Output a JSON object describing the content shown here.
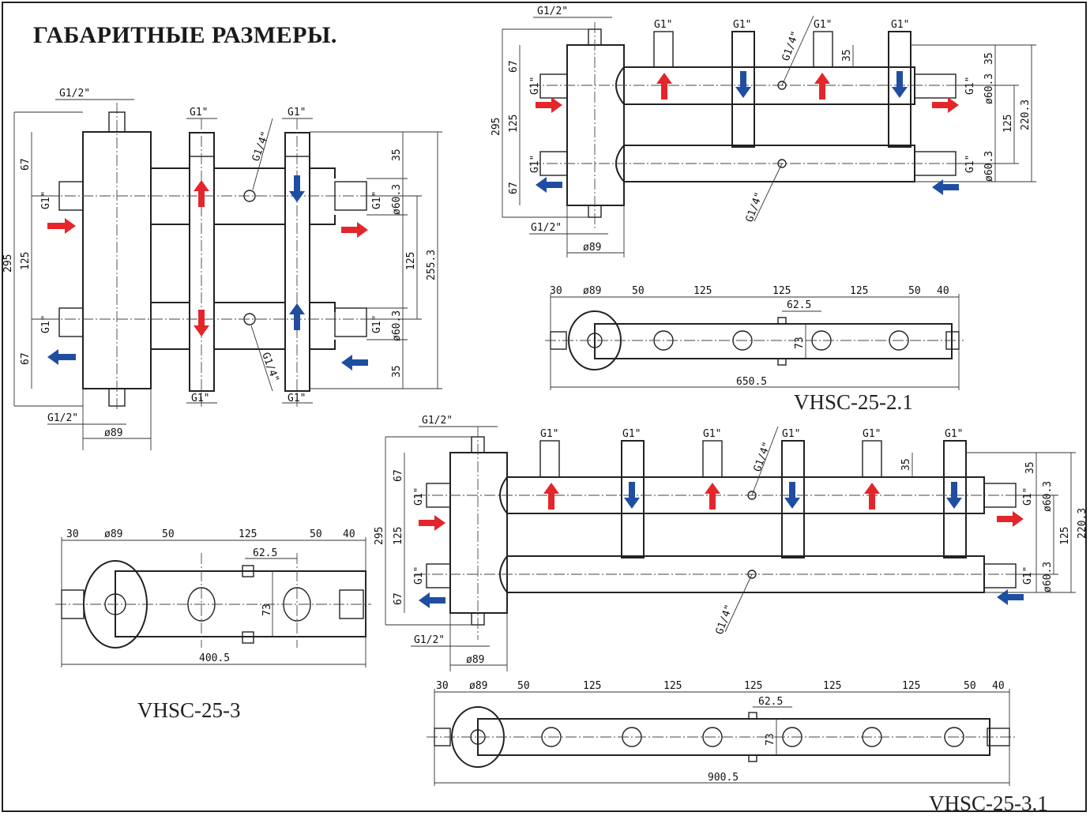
{
  "page": {
    "title": "ГАБАРИТНЫЕ РАЗМЕРЫ.",
    "border_color": "#222222"
  },
  "colors": {
    "hot_arrow": "#e3262b",
    "cold_arrow": "#1f4ea1",
    "line": "#222222"
  },
  "models": {
    "left": {
      "name": "VHSC-25-3",
      "labels": {
        "top_conn": "G1/2\"",
        "bottom_conn": "G1/2\"",
        "branch_a_top": "G1\"",
        "branch_b_top": "G1\"",
        "branch_a_bottom": "G1\"",
        "branch_b_bottom": "G1\"",
        "vent_upper": "G1/4\"",
        "vent_lower": "G1/4\"",
        "side_in_top": "G1\"",
        "side_in_bottom": "G1\"",
        "side_out_top": "G1\"",
        "side_out_bottom": "G1\""
      },
      "dims": {
        "h_total": "295",
        "h_top": "67",
        "h_mid": "125",
        "h_bot": "67",
        "r_top": "35",
        "r_d1": "ø60.3",
        "r_mid": "125",
        "r_d2": "ø60.3",
        "r_bot": "35",
        "r_total": "255.3",
        "d_body": "ø89"
      },
      "plan": {
        "d1": "30",
        "d2": "ø89",
        "d3": "50",
        "d4": "125",
        "d5": "50",
        "d6": "40",
        "offset": "62.5",
        "depth": "73",
        "total": "400.5"
      }
    },
    "topright": {
      "name": "VHSC-25-2.1",
      "labels": {
        "top_conn": "G1/2\"",
        "bottom_conn": "G1/2\"",
        "b1": "G1\"",
        "b2": "G1\"",
        "b3": "G1\"",
        "b4": "G1\"",
        "vent_upper": "G1/4\"",
        "vent_lower": "G1/4\"",
        "side_in_top": "G1\"",
        "side_in_bottom": "G1\"",
        "side_out_top": "G1\"",
        "side_out_bottom": "G1\""
      },
      "dims": {
        "h_total": "295",
        "h_top": "67",
        "h_mid": "125",
        "h_bot": "67",
        "r_top": "35",
        "r_d1": "ø60.3",
        "r_mid": "125",
        "r_d2": "ø60.3",
        "r_total": "220.3",
        "stub": "35",
        "d_body": "ø89"
      },
      "plan": {
        "d1": "30",
        "d2": "ø89",
        "d3": "50",
        "d4": "125",
        "d5": "125",
        "d6": "125",
        "d7": "50",
        "d8": "40",
        "offset": "62.5",
        "depth": "73",
        "total": "650.5"
      }
    },
    "bottomright": {
      "name": "VHSC-25-3.1",
      "labels": {
        "top_conn": "G1/2\"",
        "bottom_conn": "G1/2\"",
        "b1": "G1\"",
        "b2": "G1\"",
        "b3": "G1\"",
        "b4": "G1\"",
        "b5": "G1\"",
        "b6": "G1\"",
        "vent_upper": "G1/4\"",
        "vent_lower": "G1/4\"",
        "side_in_top": "G1\"",
        "side_in_bottom": "G1\"",
        "side_out_top": "G1\"",
        "side_out_bottom": "G1\""
      },
      "dims": {
        "h_total": "295",
        "h_top": "67",
        "h_mid": "125",
        "h_bot": "67",
        "r_top": "35",
        "r_d1": "ø60.3",
        "r_mid": "125",
        "r_d2": "ø60.3",
        "r_total": "220.3",
        "stub": "35",
        "d_body": "ø89"
      },
      "plan": {
        "d1": "30",
        "d2": "ø89",
        "d3": "50",
        "d4": "125",
        "d5": "125",
        "d6": "125",
        "d7": "125",
        "d8": "125",
        "d9": "50",
        "d10": "40",
        "offset": "62.5",
        "depth": "73",
        "total": "900.5"
      }
    }
  }
}
